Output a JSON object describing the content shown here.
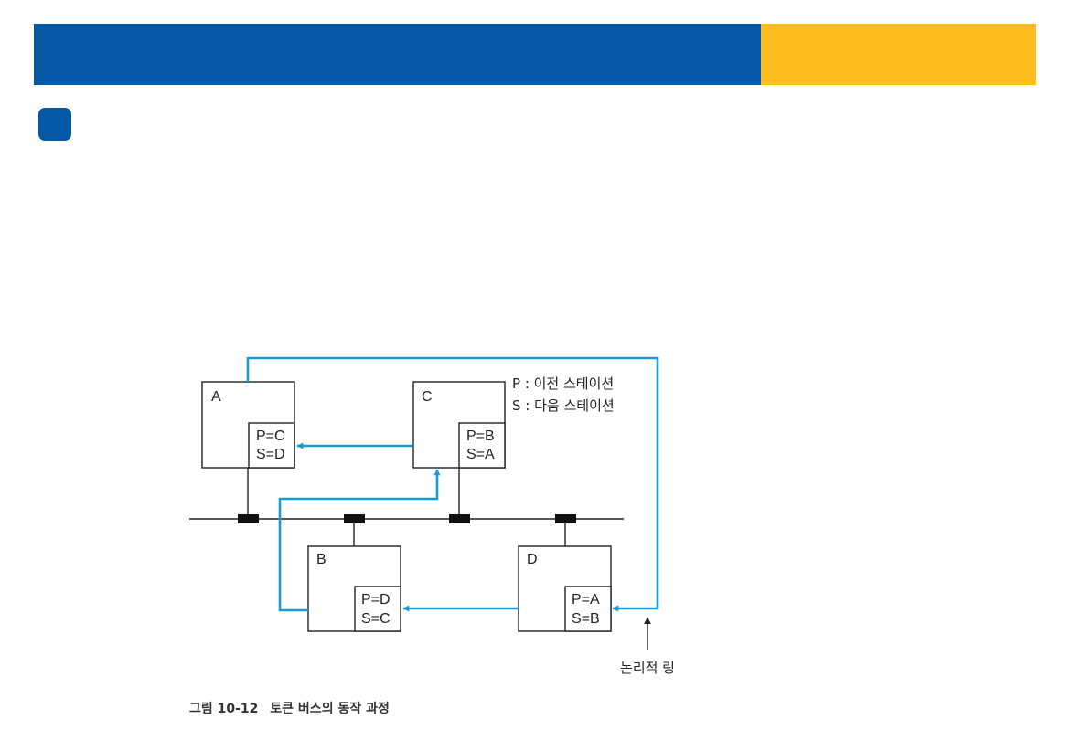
{
  "colors": {
    "banner_blue": "#0558a5",
    "banner_yellow": "#fdbd1e",
    "bullet_blue": "#0558a5",
    "flow_line": "#1a9ad6",
    "box_stroke": "#222222",
    "bus_line": "#222222",
    "tap": "#111111"
  },
  "legend": {
    "line1": "P : 이전 스테이션",
    "line2": "S : 다음 스테이션"
  },
  "stations": {
    "a": {
      "name": "A",
      "p": "P=C",
      "s": "S=D"
    },
    "b": {
      "name": "B",
      "p": "P=D",
      "s": "S=C"
    },
    "c": {
      "name": "C",
      "p": "P=B",
      "s": "S=A"
    },
    "d": {
      "name": "D",
      "p": "P=A",
      "s": "S=B"
    }
  },
  "logical_ring_label": "논리적 링",
  "caption": {
    "number": "그림 10-12",
    "title": "토큰 버스의 동작 과정"
  }
}
